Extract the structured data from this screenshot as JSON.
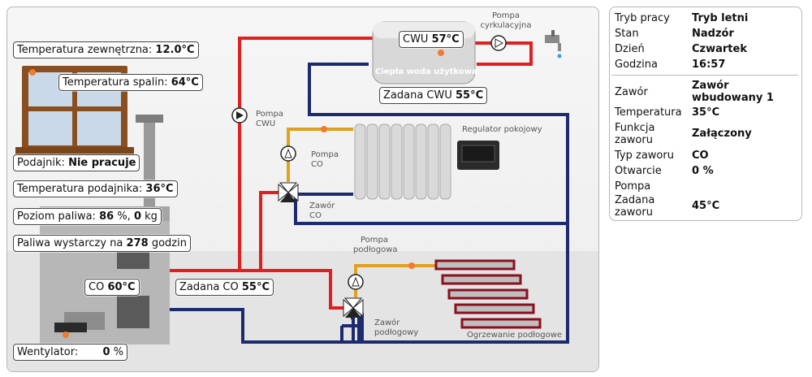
{
  "scheme": {
    "boiler": {
      "outdoor_temp": {
        "label": "Temperatura zewnętrzna:",
        "value": "12.0°C"
      },
      "flue_temp": {
        "label": "Temperatura spalin:",
        "value": "64°C"
      },
      "feeder": {
        "label": "Podajnik:",
        "value": "Nie pracuje"
      },
      "feeder_temp": {
        "label": "Temperatura podajnika:",
        "value": "36°C"
      },
      "fuel_level": {
        "label": "Poziom paliwa:",
        "value1": "86",
        "mid": "%,",
        "value2": "0",
        "unit2": "kg"
      },
      "fuel_enough": {
        "label": "Paliwa wystarczy na",
        "value": "278",
        "unit": "godzin"
      },
      "co_temp": {
        "label": "CO",
        "value": "60°C"
      },
      "co_set": {
        "label": "Zadana CO",
        "value": "55°C"
      },
      "fan": {
        "label": "Wentylator:",
        "value": "0",
        "unit": "%"
      }
    },
    "dhw": {
      "temp": {
        "label": "CWU",
        "value": "57°C"
      },
      "tank_label": "Ciepła woda użytkowa",
      "set": {
        "label": "Zadana CWU",
        "value": "55°C"
      },
      "circ_pump_l1": "Pompa",
      "circ_pump_l2": "cyrkulacyjna"
    },
    "pumps": {
      "cwu_l1": "Pompa",
      "cwu_l2": "CWU",
      "co_l1": "Pompa",
      "co_l2": "CO",
      "floor_l1": "Pompa",
      "floor_l2": "podłogowa"
    },
    "valves": {
      "co_l1": "Zawór",
      "co_l2": "CO",
      "floor_l1": "Zawór",
      "floor_l2": "podłogowy"
    },
    "room_regulator": "Regulator pokojowy",
    "floor_heating": "Ogrzewanie podłogowe",
    "colors": {
      "supply": "#e02020",
      "return": "#1c2a6e",
      "mixed": "#e0a020",
      "sensor": "#f07a30"
    }
  },
  "panel": {
    "rows1": [
      {
        "k": "Tryb pracy",
        "v": "Tryb letni"
      },
      {
        "k": "Stan",
        "v": "Nadzór"
      },
      {
        "k": "Dzień",
        "v": "Czwartek"
      },
      {
        "k": "Godzina",
        "v": "16:57"
      }
    ],
    "valve_label": "Zawór",
    "valve_value_l1": "Zawór",
    "valve_value_l2": "wbudowany 1",
    "temp_label": "Temperatura",
    "temp_value": "35°C",
    "func_label_l1": "Funkcja",
    "func_label_l2": "zaworu",
    "func_value": "Załączony",
    "type_label": "Typ zaworu",
    "type_value": "CO",
    "open_label": "Otwarcie",
    "open_value": "0 %",
    "pump_label": "Pompa",
    "set_label_l1": "Zadana",
    "set_label_l2": "zaworu",
    "set_value": "45°C"
  }
}
